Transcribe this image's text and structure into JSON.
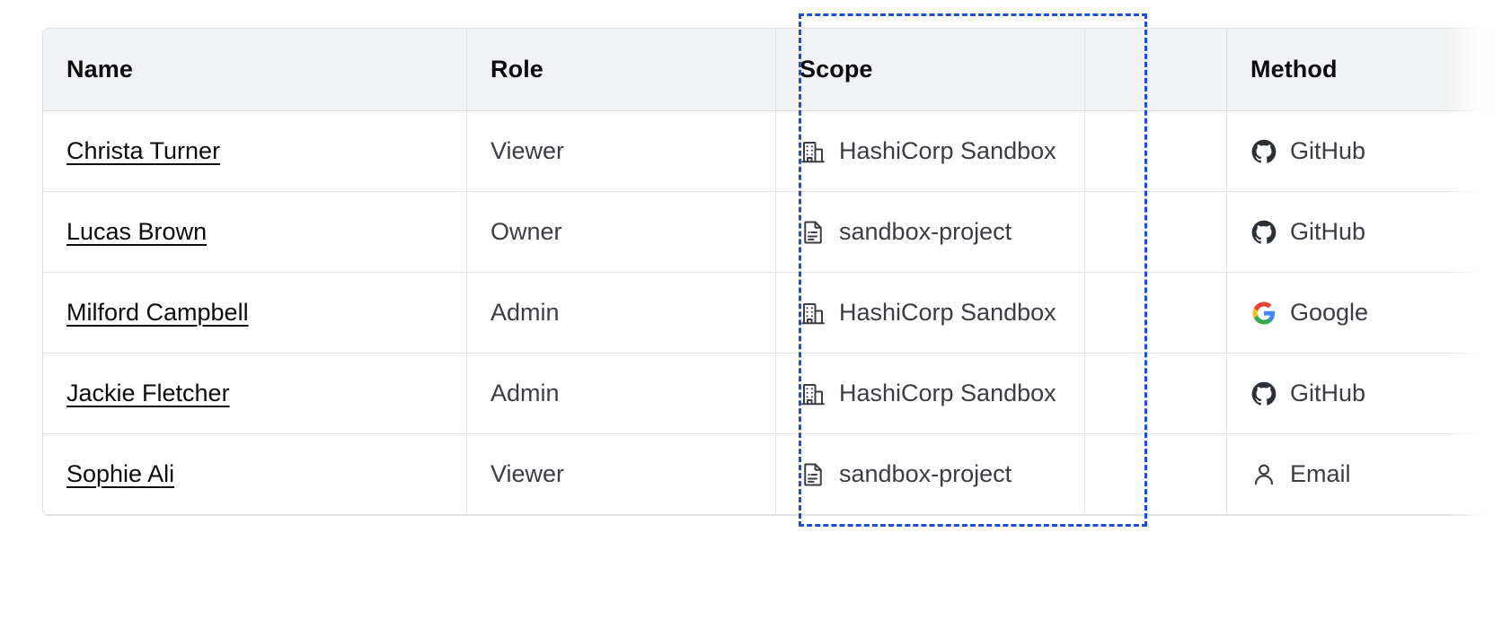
{
  "table": {
    "columns": [
      {
        "key": "name",
        "label": "Name"
      },
      {
        "key": "role",
        "label": "Role"
      },
      {
        "key": "scope",
        "label": "Scope"
      },
      {
        "key": "blank",
        "label": ""
      },
      {
        "key": "method",
        "label": "Method"
      }
    ],
    "rows": [
      {
        "name": "Christa Turner",
        "role": "Viewer",
        "scope": "HashiCorp Sandbox",
        "scope_icon": "organization-building-icon",
        "method": "GitHub",
        "method_icon": "github-icon"
      },
      {
        "name": "Lucas Brown",
        "role": "Owner",
        "scope": "sandbox-project",
        "scope_icon": "project-document-icon",
        "method": "GitHub",
        "method_icon": "github-icon"
      },
      {
        "name": "Milford Campbell",
        "role": "Admin",
        "scope": "HashiCorp Sandbox",
        "scope_icon": "organization-building-icon",
        "method": "Google",
        "method_icon": "google-icon"
      },
      {
        "name": "Jackie Fletcher",
        "role": "Admin",
        "scope": "HashiCorp Sandbox",
        "scope_icon": "organization-building-icon",
        "method": "GitHub",
        "method_icon": "github-icon"
      },
      {
        "name": "Sophie Ali",
        "role": "Viewer",
        "scope": "sandbox-project",
        "scope_icon": "project-document-icon",
        "method": "Email",
        "method_icon": "user-person-icon"
      }
    ]
  },
  "highlight": {
    "target_column": "Scope",
    "style": "dashed",
    "color": "#1c4ed8"
  },
  "colors": {
    "header_bg": "#f1f2f3",
    "border": "#dedfe3",
    "row_border": "#e4e5e9",
    "text_primary": "#0c0c0e",
    "text_secondary": "#3b3d45",
    "highlight": "#1c4ed8"
  }
}
